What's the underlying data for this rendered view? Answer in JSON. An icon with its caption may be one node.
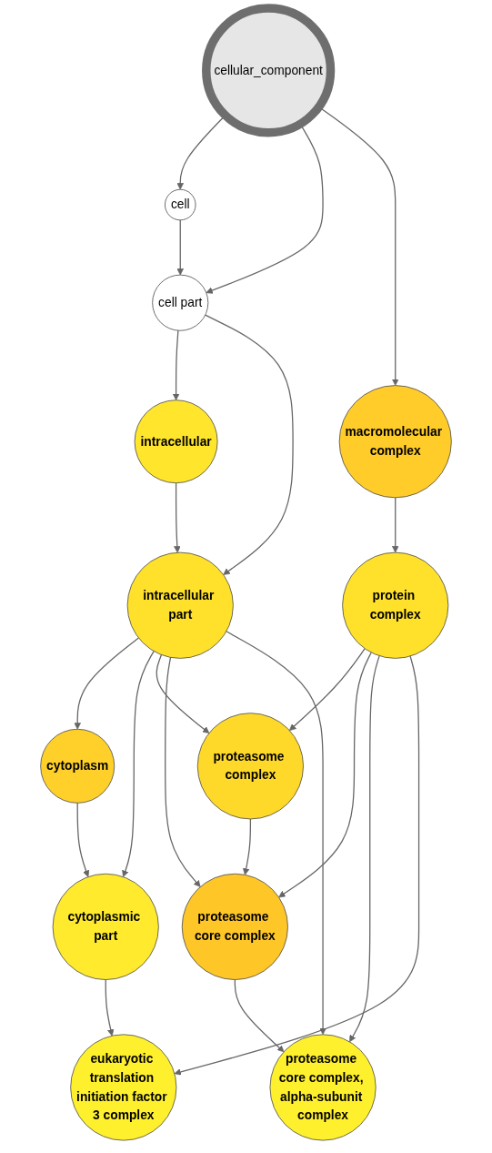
{
  "diagram": {
    "nodes": [
      {
        "text": [
          "cellular_component"
        ]
      },
      {
        "text": [
          "cell"
        ]
      },
      {
        "text": [
          "cell part"
        ]
      },
      {
        "text": [
          "intracellular"
        ]
      },
      {
        "text": [
          "macromolecular complex"
        ]
      },
      {
        "text": [
          "intracellular part"
        ]
      },
      {
        "text": [
          "protein complex"
        ]
      },
      {
        "text": [
          "proteasome complex"
        ]
      },
      {
        "text": [
          "cytoplasm"
        ]
      },
      {
        "text": [
          "proteasome core complex"
        ]
      },
      {
        "text": [
          "cytoplasmic part"
        ]
      },
      {
        "text": [
          "proteasome core complex, alpha-subunit complex"
        ]
      },
      {
        "text": [
          "eukaryotic translation initiation factor 3 complex"
        ]
      }
    ],
    "edges": [
      {
        "from": 0,
        "to": 1,
        "arrow": "to"
      },
      {
        "from": 0,
        "to": 2,
        "arrow": "to"
      },
      {
        "from": 0,
        "to": 4,
        "arrow": "to"
      },
      {
        "from": 1,
        "to": 2,
        "arrow": "to"
      },
      {
        "from": 2,
        "to": 3,
        "arrow": "to"
      },
      {
        "from": 2,
        "to": 5,
        "arrow": "to"
      },
      {
        "from": 3,
        "to": 5,
        "arrow": "to"
      },
      {
        "from": 4,
        "to": 6,
        "arrow": "to"
      },
      {
        "from": 5,
        "to": 8,
        "arrow": "to"
      },
      {
        "from": 5,
        "to": 10,
        "arrow": "to"
      },
      {
        "from": 5,
        "to": 7,
        "arrow": "to"
      },
      {
        "from": 5,
        "to": 9,
        "arrow": "to"
      },
      {
        "from": 5,
        "to": 11,
        "arrow": "to"
      },
      {
        "from": 6,
        "to": 7,
        "arrow": "to"
      },
      {
        "from": 6,
        "to": 9,
        "arrow": "to"
      },
      {
        "from": 6,
        "to": 11,
        "arrow": "to"
      },
      {
        "from": 6,
        "to": 12,
        "arrow": "to"
      },
      {
        "from": 7,
        "to": 9,
        "arrow": "to"
      },
      {
        "from": 8,
        "to": 10,
        "arrow": "to"
      },
      {
        "from": 9,
        "to": 11,
        "arrow": "to"
      },
      {
        "from": 10,
        "to": 12,
        "arrow": "to"
      }
    ]
  }
}
